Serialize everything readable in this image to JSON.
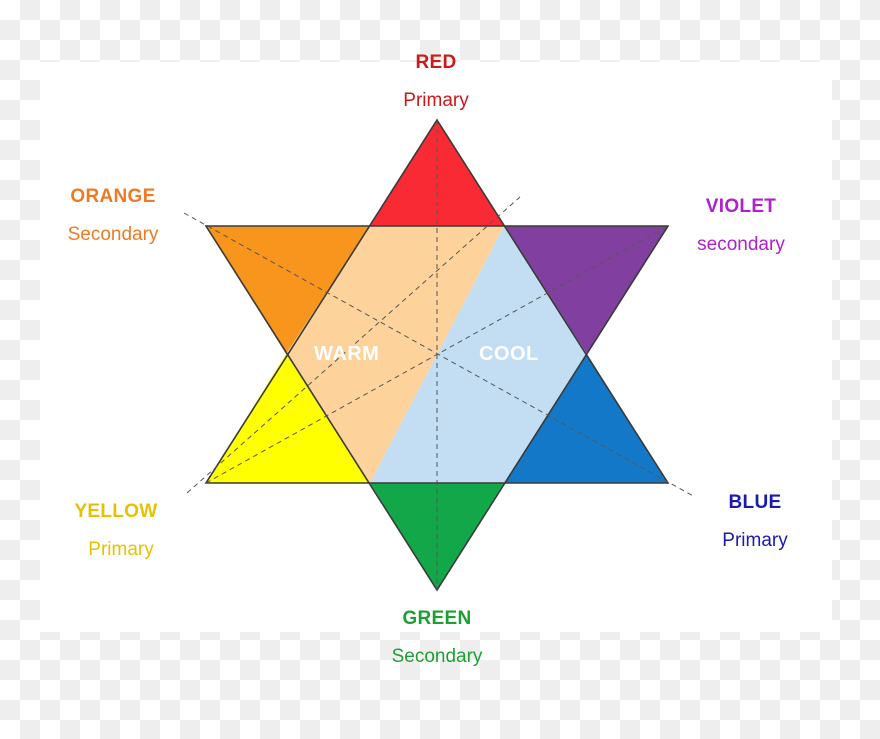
{
  "colors": [
    {
      "key": "red",
      "name": "RED",
      "kind": "Primary",
      "label_color": "#cc1a1a",
      "fill": "#fa2a35"
    },
    {
      "key": "orange",
      "name": "ORANGE",
      "kind": "Secondary",
      "label_color": "#f07a22",
      "fill": "#f7951c"
    },
    {
      "key": "violet",
      "name": "VIOLET",
      "kind": "secondary",
      "label_color": "#b020cc",
      "fill": "#8140a0"
    },
    {
      "key": "yellow",
      "name": "YELLOW",
      "kind": "Primary",
      "label_color": "#e6c200",
      "fill": "#ffff00"
    },
    {
      "key": "blue",
      "name": "BLUE",
      "kind": "Primary",
      "label_color": "#1a1ab0",
      "fill": "#1478c8"
    },
    {
      "key": "green",
      "name": "GREEN",
      "kind": "Secondary",
      "label_color": "#1e9f33",
      "fill": "#12a84a"
    }
  ],
  "zones": {
    "warm": {
      "label": "WARM",
      "fill": "#fdd39b"
    },
    "cool": {
      "label": "COOL",
      "fill": "#c3def2"
    }
  }
}
